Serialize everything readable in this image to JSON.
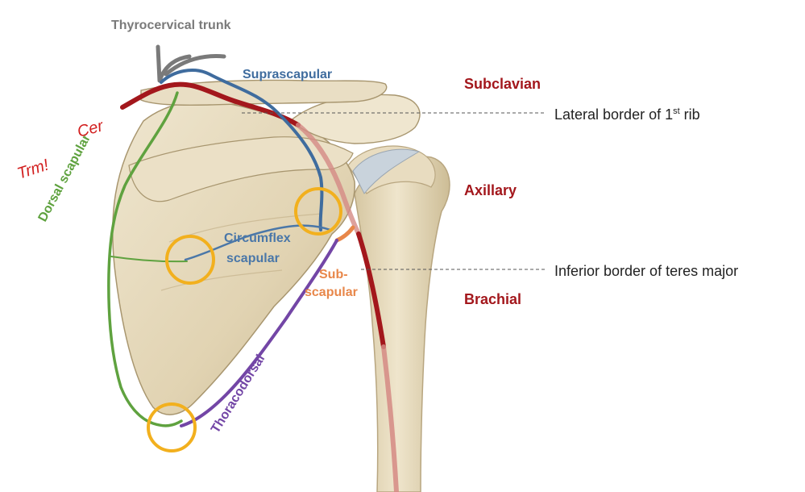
{
  "labels": {
    "thyrocervical": "Thyrocervical trunk",
    "suprascapular": "Suprascapular",
    "dorsal_scapular": "Dorsal scapular",
    "circumflex_line1": "Circumflex",
    "circumflex_line2": "scapular",
    "subscapular_line1": "Sub-",
    "subscapular_line2": "scapular",
    "thoracodorsal": "Thoracodorsal",
    "subclavian": "Subclavian",
    "axillary": "Axillary",
    "brachial": "Brachial",
    "lateral_border": "Lateral border of 1",
    "lateral_border_sup": "st",
    "lateral_border_end": " rib",
    "inferior_border": "Inferior border of teres major"
  },
  "handwritten": {
    "line1": "Trm!",
    "line2": "Cer"
  },
  "colors": {
    "subclavian": "#a3171c",
    "axillary": "#a3171c",
    "brachial": "#a3171c",
    "suprascapular": "#3f6c9e",
    "circumflex": "#4a77a8",
    "dorsal_scapular": "#5fa23f",
    "subscapular": "#e8874a",
    "thoracodorsal": "#7346a6",
    "thyrocervical": "#7a7a7a",
    "highlight_circle": "#f2b01e",
    "handwriting": "#d21e1e",
    "bone": "#e3d6b8",
    "bone_shadow": "#b9a983"
  }
}
